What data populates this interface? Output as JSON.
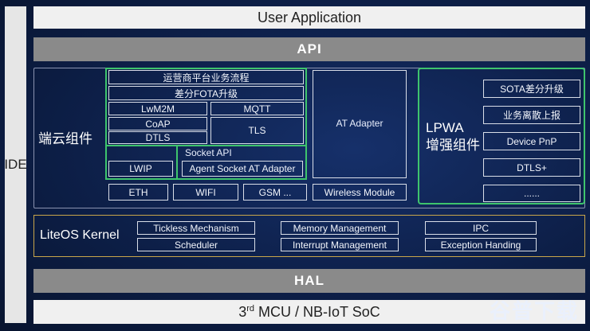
{
  "ide": "IDE",
  "user_app": "User Application",
  "api": "API",
  "cloud": {
    "label": "端云组件",
    "ops_flow": "运营商平台业务流程",
    "fota": "差分FOTA升级",
    "lwm2m": "LwM2M",
    "mqtt": "MQTT",
    "coap": "CoAP",
    "dtls": "DTLS",
    "tls": "TLS",
    "socket_api": "Socket API",
    "lwip": "LWIP",
    "agent_socket": "Agent Socket AT Adapter",
    "at_adapter": "AT Adapter",
    "eth": "ETH",
    "wifi": "WIFI",
    "gsm": "GSM ...",
    "wireless": "Wireless Module"
  },
  "lpwa": {
    "label_line1": "LPWA",
    "label_line2": "增强组件",
    "items": [
      "SOTA差分升级",
      "业务离散上报",
      "Device PnP",
      "DTLS+",
      "......"
    ]
  },
  "kernel": {
    "label": "LiteOS Kernel",
    "tickless": "Tickless Mechanism",
    "scheduler": "Scheduler",
    "memory": "Memory Management",
    "interrupt": "Interrupt Management",
    "ipc": "IPC",
    "exception": "Exception Handing"
  },
  "hal": "HAL",
  "soc_prefix": "3",
  "soc_sup": "rd",
  "soc_rest": " MCU / NB-IoT SoC",
  "watermark": "谷普下载"
}
